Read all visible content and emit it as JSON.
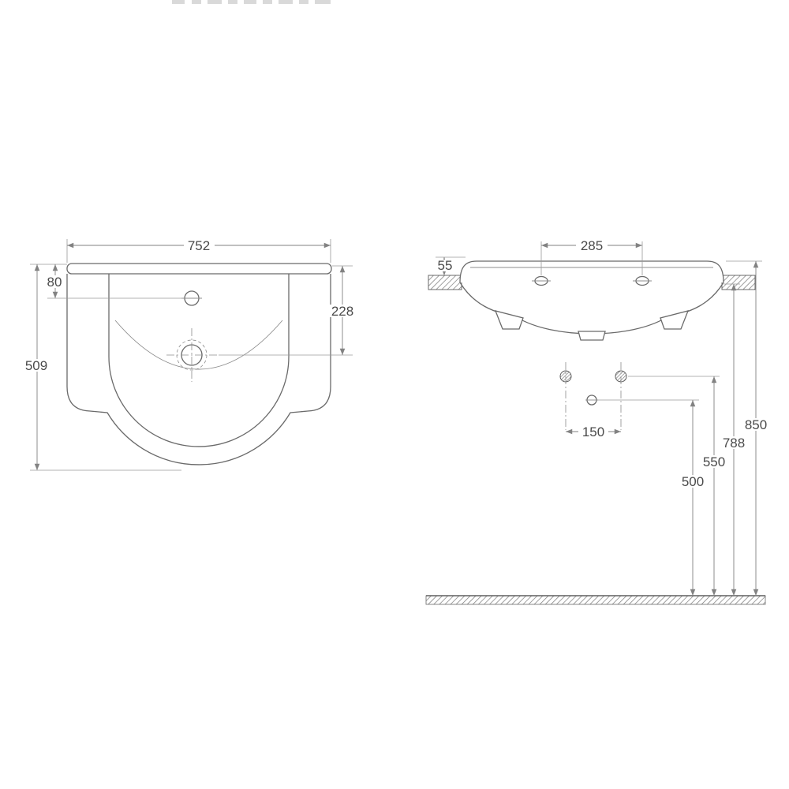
{
  "drawing": {
    "plan_view": {
      "dim_overall_width": "752",
      "dim_rim_to_taphole": "80",
      "dim_rim_to_drain": "228",
      "dim_overall_depth": "509"
    },
    "elevation_view": {
      "dim_taphole_spacing": "285",
      "dim_rim_thickness": "55",
      "dim_fixing_spacing": "150",
      "dim_height_outlet": "500",
      "dim_height_fixings": "550",
      "dim_height_underside": "788",
      "dim_height_rim": "850"
    },
    "colors": {
      "outline": "#6a6a6a",
      "dimension_line": "#828282",
      "text": "#4a4a4a",
      "background": "#ffffff"
    }
  }
}
